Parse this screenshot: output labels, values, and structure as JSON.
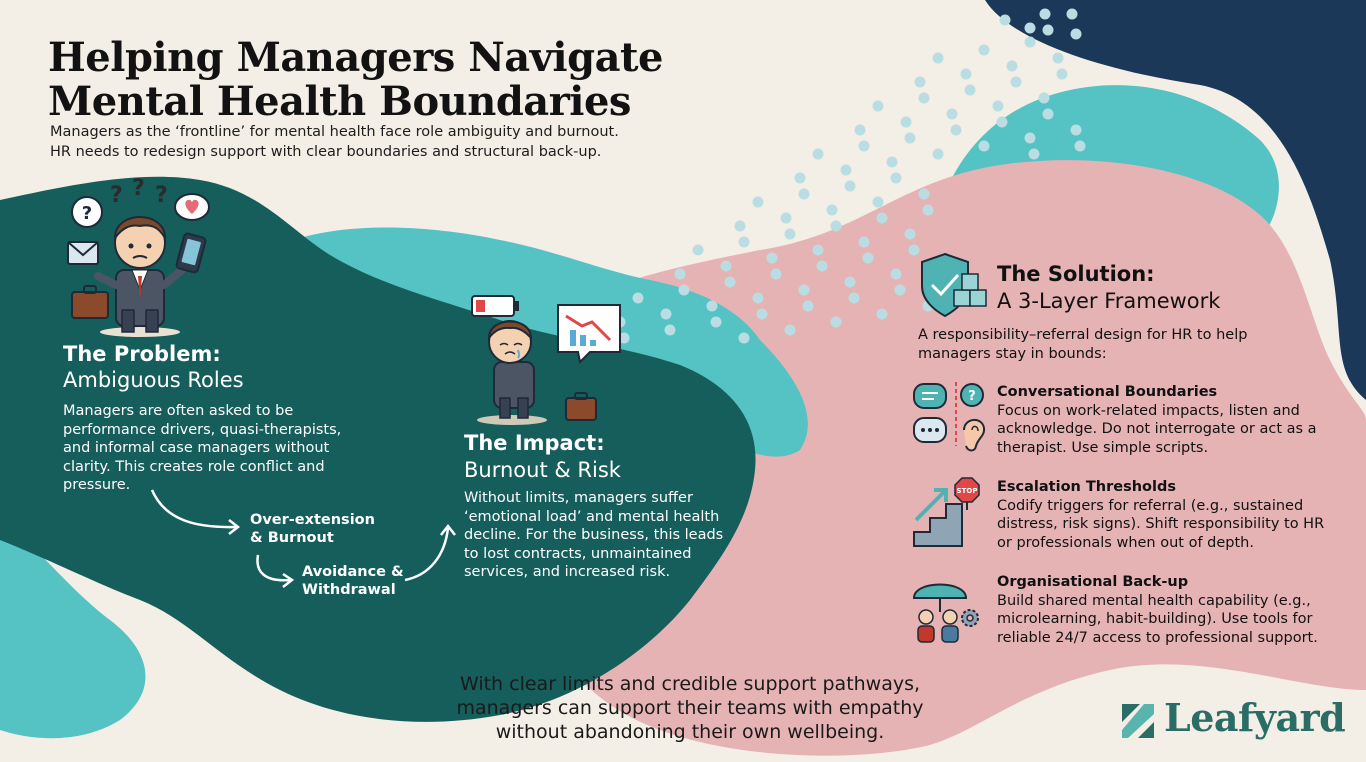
{
  "title": {
    "line1": "Helping Managers Navigate",
    "line2": "Mental Health Boundaries"
  },
  "subtitle": {
    "line1": "Managers as the ‘frontline’ for mental health face role ambiguity and burnout.",
    "line2": "HR needs to redesign support with clear boundaries and structural back-up."
  },
  "problem": {
    "heading": "The Problem:",
    "subheading": "Ambiguous Roles",
    "lines": [
      "Managers are often asked to be",
      "performance drivers, quasi-therapists,",
      "and informal case managers without",
      "clarity. This creates role conflict and",
      "pressure."
    ]
  },
  "flow": {
    "step1": [
      "Over-extension",
      "& Burnout"
    ],
    "step2": [
      "Avoidance &",
      "Withdrawal"
    ]
  },
  "impact": {
    "heading": "The Impact:",
    "subheading": "Burnout & Risk",
    "lines": [
      "Without limits, managers suffer",
      "‘emotional load’ and mental health",
      "decline. For the business, this leads",
      "to lost contracts, unmaintained",
      "services, and increased risk."
    ]
  },
  "solution": {
    "heading": "The Solution:",
    "subheading": "A 3-Layer Framework",
    "intro": [
      "A responsibility–referral design for HR to help",
      "managers stay in bounds:"
    ],
    "layers": [
      {
        "title": "Conversational Boundaries",
        "lines": [
          "Focus on work-related impacts, listen and",
          "acknowledge. Do not interrogate or act as a",
          "therapist. Use simple scripts."
        ]
      },
      {
        "title": "Escalation Thresholds",
        "lines": [
          "Codify triggers for referral (e.g., sustained",
          "distress, risk signs). Shift responsibility to HR",
          "or professionals when out of depth."
        ]
      },
      {
        "title": "Organisational Back-up",
        "lines": [
          "Build shared mental health capability (e.g.,",
          "microlearning, habit-building). Use tools for",
          "reliable 24/7 access to professional support."
        ]
      }
    ],
    "stop_sign": "STOP"
  },
  "closing": {
    "lines": [
      "With clear limits and credible support pathways,",
      "managers can support their teams with empathy",
      "without abandoning their own wellbeing."
    ]
  },
  "brand": {
    "name": "Leafyard"
  },
  "icons": {
    "problem_icons": [
      "question-bubble-icon",
      "heart-bubble-icon",
      "envelope-icon",
      "phone-icon",
      "briefcase-icon",
      "confused-manager-illustration"
    ],
    "impact_icons": [
      "low-battery-icon",
      "declining-chart-icon",
      "exhausted-manager-illustration"
    ],
    "solution_icons": [
      "shield-blocks-icon",
      "chat-bubbles-icon",
      "listening-ear-icon",
      "stairs-arrow-icon",
      "stop-sign-icon",
      "umbrella-people-icon",
      "gear-icon"
    ]
  },
  "colors": {
    "background": "#f3efe6",
    "dark_teal": "#155e5c",
    "teal": "#55c3c4",
    "navy": "#1c3858",
    "pink": "#e6b3b5",
    "dots": "#b9dde2",
    "brand": "#2a6c66"
  }
}
